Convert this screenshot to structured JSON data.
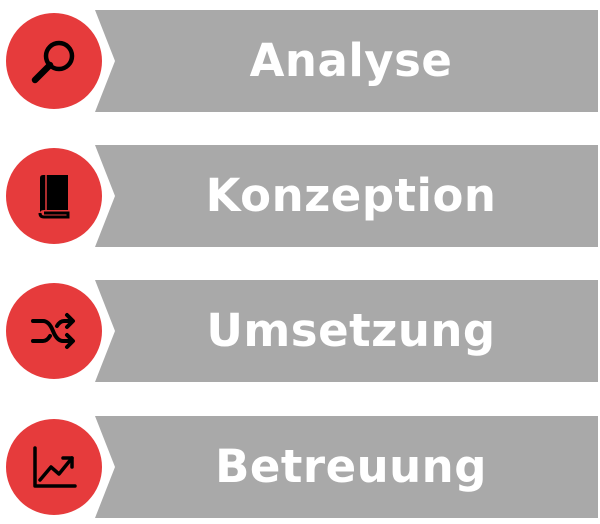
{
  "steps": [
    {
      "label": "Analyse",
      "icon": "magnifier-icon"
    },
    {
      "label": "Konzeption",
      "icon": "book-icon"
    },
    {
      "label": "Umsetzung",
      "icon": "shuffle-icon"
    },
    {
      "label": "Betreuung",
      "icon": "chart-growth-icon"
    }
  ],
  "colors": {
    "circle": "#e63b3c",
    "bar": "#a9a9a9",
    "label": "#ffffff",
    "icon": "#000000"
  }
}
